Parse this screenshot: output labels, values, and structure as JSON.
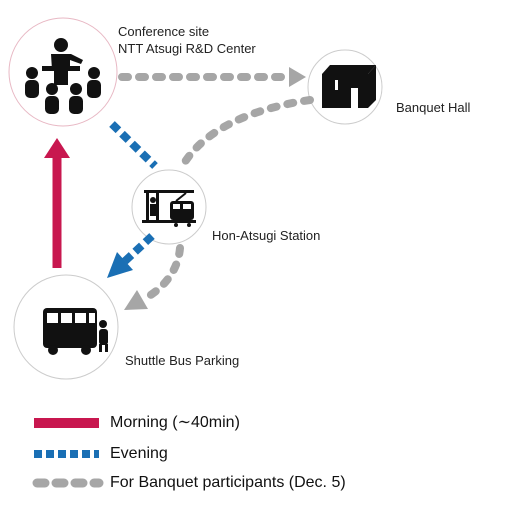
{
  "nodes": {
    "conference": {
      "line1": "Conference site",
      "line2": "NTT Atsugi R&D Center",
      "icon": "presentation-icon"
    },
    "banquet": {
      "label": "Banquet Hall",
      "icon": "building-icon"
    },
    "station": {
      "label": "Hon-Atsugi Station",
      "icon": "train-station-icon"
    },
    "shuttle": {
      "label": "Shuttle Bus Parking",
      "icon": "bus-icon"
    }
  },
  "legend": {
    "morning": {
      "label": "Morning (∼40min)",
      "color": "#c8174f"
    },
    "evening": {
      "label": "Evening",
      "color": "#1a6fb4"
    },
    "banquet": {
      "label": "For Banquet participants (Dec. 5)",
      "color": "#a6a6a6"
    }
  }
}
